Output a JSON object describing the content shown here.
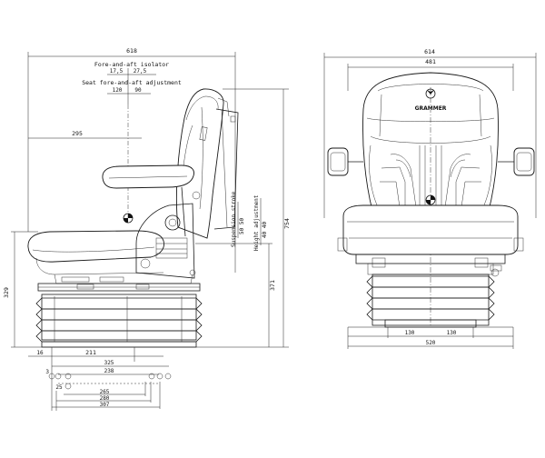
{
  "side_view": {
    "overall_width": "618",
    "fore_aft_isolator_label": "Fore-and-aft isolator",
    "isolator_left": "17,5",
    "isolator_right": "27,5",
    "seat_fore_aft_label": "Seat fore-and-aft adjustment",
    "seat_adj_left": "120",
    "seat_adj_right": "90",
    "depth_295": "295",
    "suspension_stroke_label": "Suspension stroke",
    "suspension_stroke_value": "50 50",
    "height_adjustment_label": "Height adjustment",
    "height_adjustment_value": "40 40",
    "height_754": "754",
    "height_371": "371",
    "height_329": "329",
    "offset_16": "16",
    "base_211": "211"
  },
  "front_view": {
    "overall_width": "614",
    "backrest_width": "481",
    "base_left": "130",
    "base_right": "130",
    "base_width": "520",
    "brand_text": "GRAMMER"
  },
  "mounting_plan": {
    "dim_325": "325",
    "dim_238": "238",
    "dim_3": "3",
    "dim_25": "25",
    "dim_265": "265",
    "dim_280": "280",
    "dim_307": "307"
  }
}
